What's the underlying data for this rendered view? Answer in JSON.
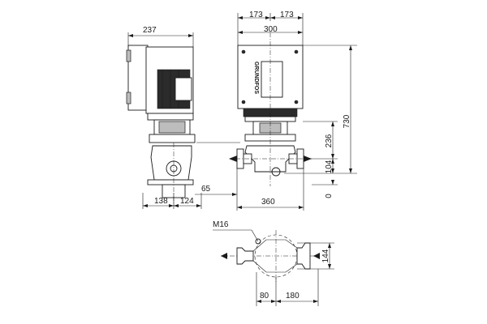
{
  "dimensions": {
    "side_width": "237",
    "half_left": "173",
    "half_right": "173",
    "front_width": "300",
    "total_height": "730",
    "height_236": "236",
    "height_104": "104",
    "zero": "0",
    "left_138": "138",
    "left_124": "124",
    "offset_65": "65",
    "base_360": "360",
    "bolt": "M16",
    "plan_144": "144",
    "plan_80": "80",
    "plan_180": "180"
  },
  "brand": "GRUNDFOS",
  "colors": {
    "line": "#1a1a1a",
    "motor_dark": "#2b2b2b",
    "grey": "#bdbdbd"
  }
}
